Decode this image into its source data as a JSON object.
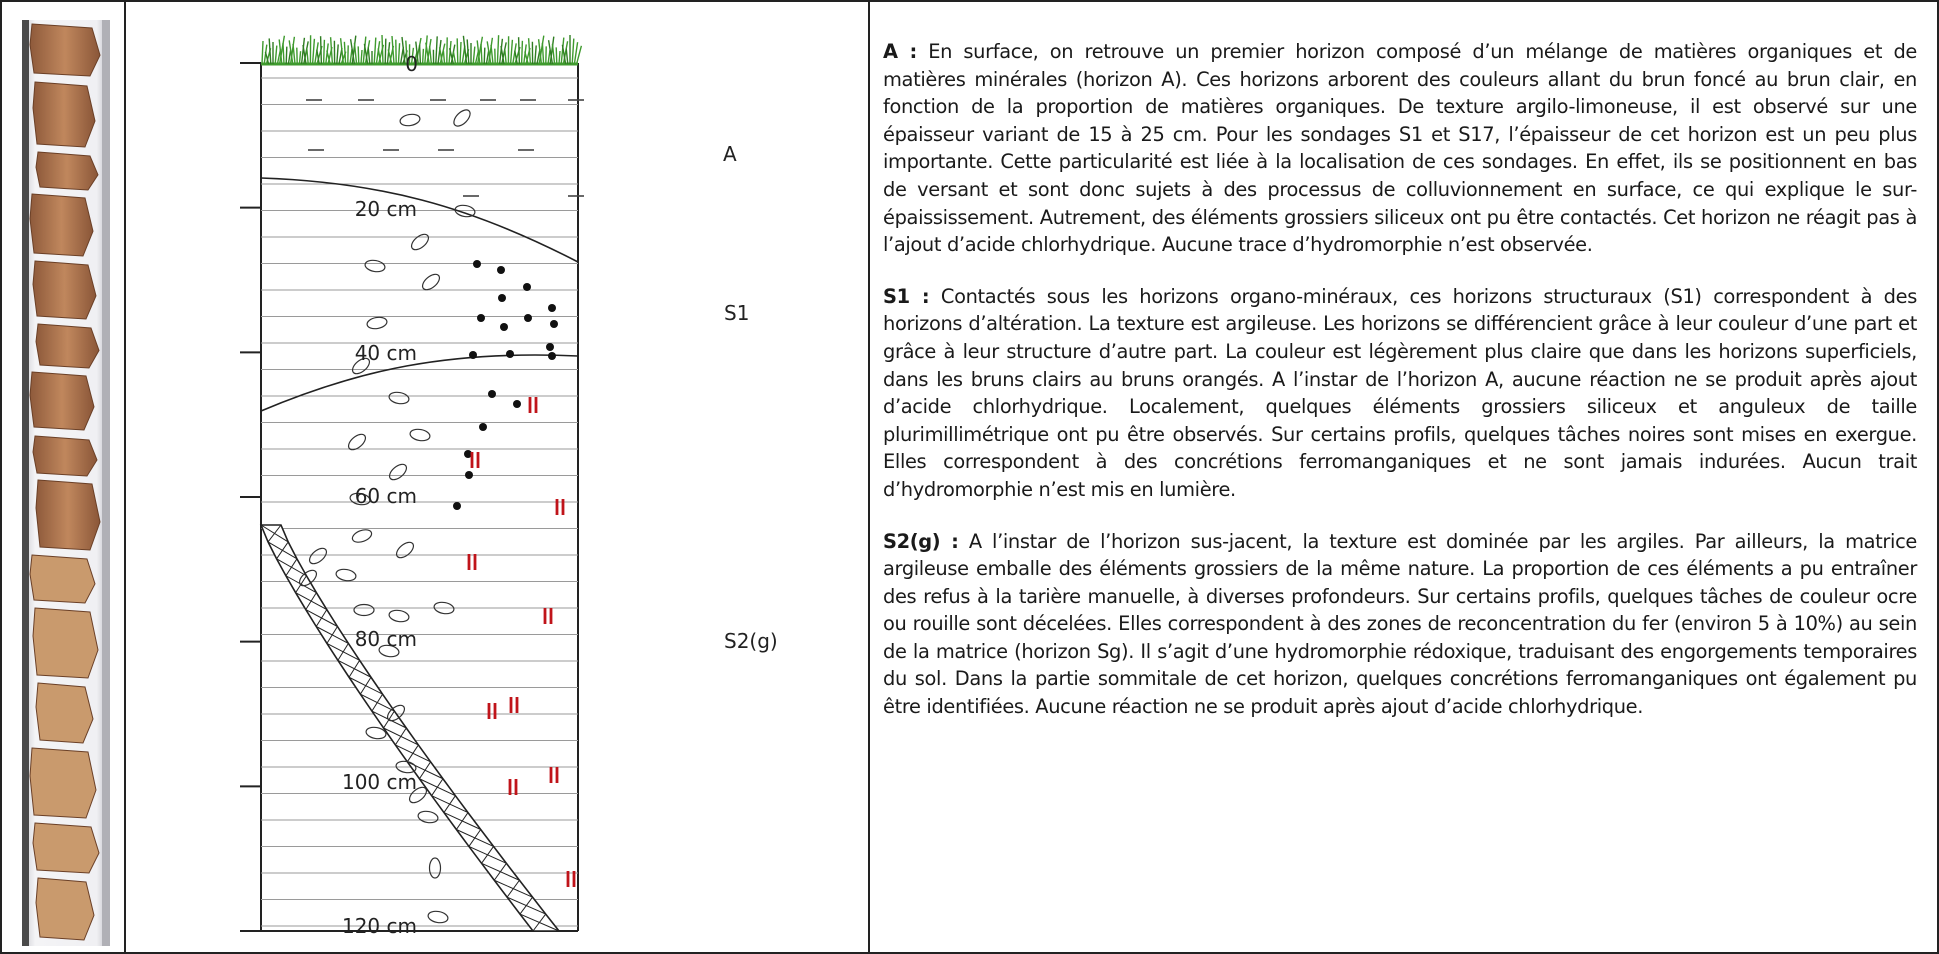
{
  "profile": {
    "depth_ticks": [
      "0",
      "20 cm",
      "40 cm",
      "60 cm",
      "80 cm",
      "100 cm",
      "120 cm"
    ],
    "horizons": [
      "A",
      "S1",
      "S2(g)"
    ]
  },
  "paragraphs": [
    {
      "tag": "A :",
      "text": "En surface, on retrouve un premier horizon composé d’un mélange de matières organiques et de matières minérales (horizon A). Ces horizons arborent des couleurs allant du brun foncé au brun clair, en fonction de la proportion de matières organiques. De texture argilo-limoneuse, il est observé sur une épaisseur variant de 15 à 25 cm. Pour les sondages S1 et S17, l’épaisseur de cet horizon est un peu plus importante. Cette particularité est liée à la localisation de ces sondages. En effet, ils se positionnent en bas de versant et sont donc sujets à des processus de colluvionnement en surface, ce qui explique le sur-épaississement. Autrement, des éléments grossiers siliceux ont pu être contactés. Cet horizon ne réagit pas à l’ajout d’acide chlorhydrique. Aucune trace d’hydromorphie n’est observée."
    },
    {
      "tag": "S1 :",
      "text": "Contactés sous les horizons organo-minéraux, ces horizons structuraux (S1) correspondent à des horizons d’altération. La texture est argileuse. Les horizons se différencient grâce à leur couleur d’une part et grâce à leur structure d’autre part. La couleur est légèrement plus claire que dans les horizons superficiels, dans les bruns clairs au bruns orangés. A l’instar de l’horizon A, aucune réaction ne se produit après ajout d’acide chlorhydrique. Localement, quelques éléments grossiers siliceux et anguleux de taille plurimillimétrique ont pu être observés. Sur certains profils, quelques tâches noires sont mises en exergue. Elles correspondent à des concrétions ferromanganiques et ne sont jamais indurées. Aucun trait d’hydromorphie n’est mis en lumière."
    },
    {
      "tag": "S2(g) :",
      "text": "A l’instar de l’horizon sus-jacent, la texture est dominée par les argiles. Par ailleurs, la matrice argileuse emballe des éléments grossiers de la même nature. La proportion de ces éléments a pu entraîner des refus à la tarière manuelle, à diverses profondeurs. Sur certains profils, quelques tâches de couleur ocre ou rouille sont décelées. Elles correspondent à des zones de reconcentration du fer (environ 5 à 10%) au sein de la matrice (horizon Sg). Il s’agit d’une hydromorphie rédoxique, traduisant des engorgements temporaires du sol. Dans la partie sommitale de cet horizon, quelques concrétions ferromanganiques ont également pu être identifiées. Aucune réaction ne se produit après ajout d’acide chlorhydrique."
    }
  ],
  "colors": {
    "grass": "#3f9a2e",
    "iron_mottle": "#c0141a",
    "concretion": "#111111",
    "soil_core": "#b97d55",
    "auger_tube": "#e9e9ec"
  }
}
